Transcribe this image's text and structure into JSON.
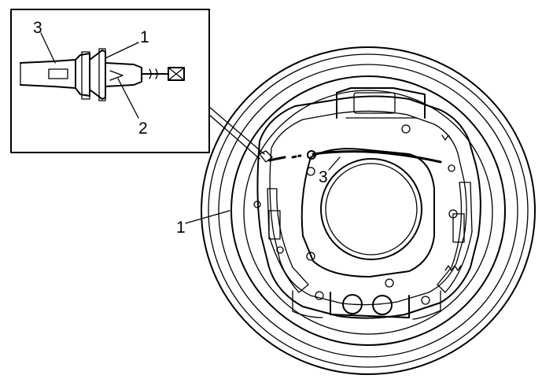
{
  "callouts": {
    "inset_cable": "3",
    "inset_retainer": "1",
    "inset_clip": "2",
    "main_cable": "3",
    "main_drum": "1"
  },
  "colors": {
    "ink": "#000000",
    "paper": "#ffffff"
  }
}
